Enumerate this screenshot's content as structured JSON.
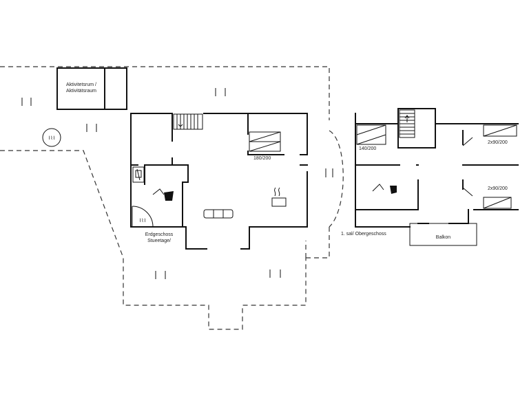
{
  "labels": {
    "activity_room": "Aktivitetsrum /",
    "activity_room_de": "Aktivitätsraum",
    "ground_floor": "Erdgeschoss",
    "ground_floor_da": "Stueetage/",
    "upper_floor": "1. sal/ Obergeschoss",
    "balcony": "Balkon",
    "bed_180": "180/200",
    "bed_140": "140/200",
    "bed_2x90_a": "2x90/200",
    "bed_2x90_b": "2x90/200"
  },
  "colors": {
    "wall": "#111111",
    "dash": "#333333",
    "background": "#ffffff"
  },
  "icons": [
    "spa-icon",
    "sauna-icon",
    "fireplace-icon",
    "armchair-icon",
    "sofa-icon",
    "stove-icon",
    "stair-icon",
    "bed-icon",
    "door-swing-icon",
    "window-icon"
  ]
}
